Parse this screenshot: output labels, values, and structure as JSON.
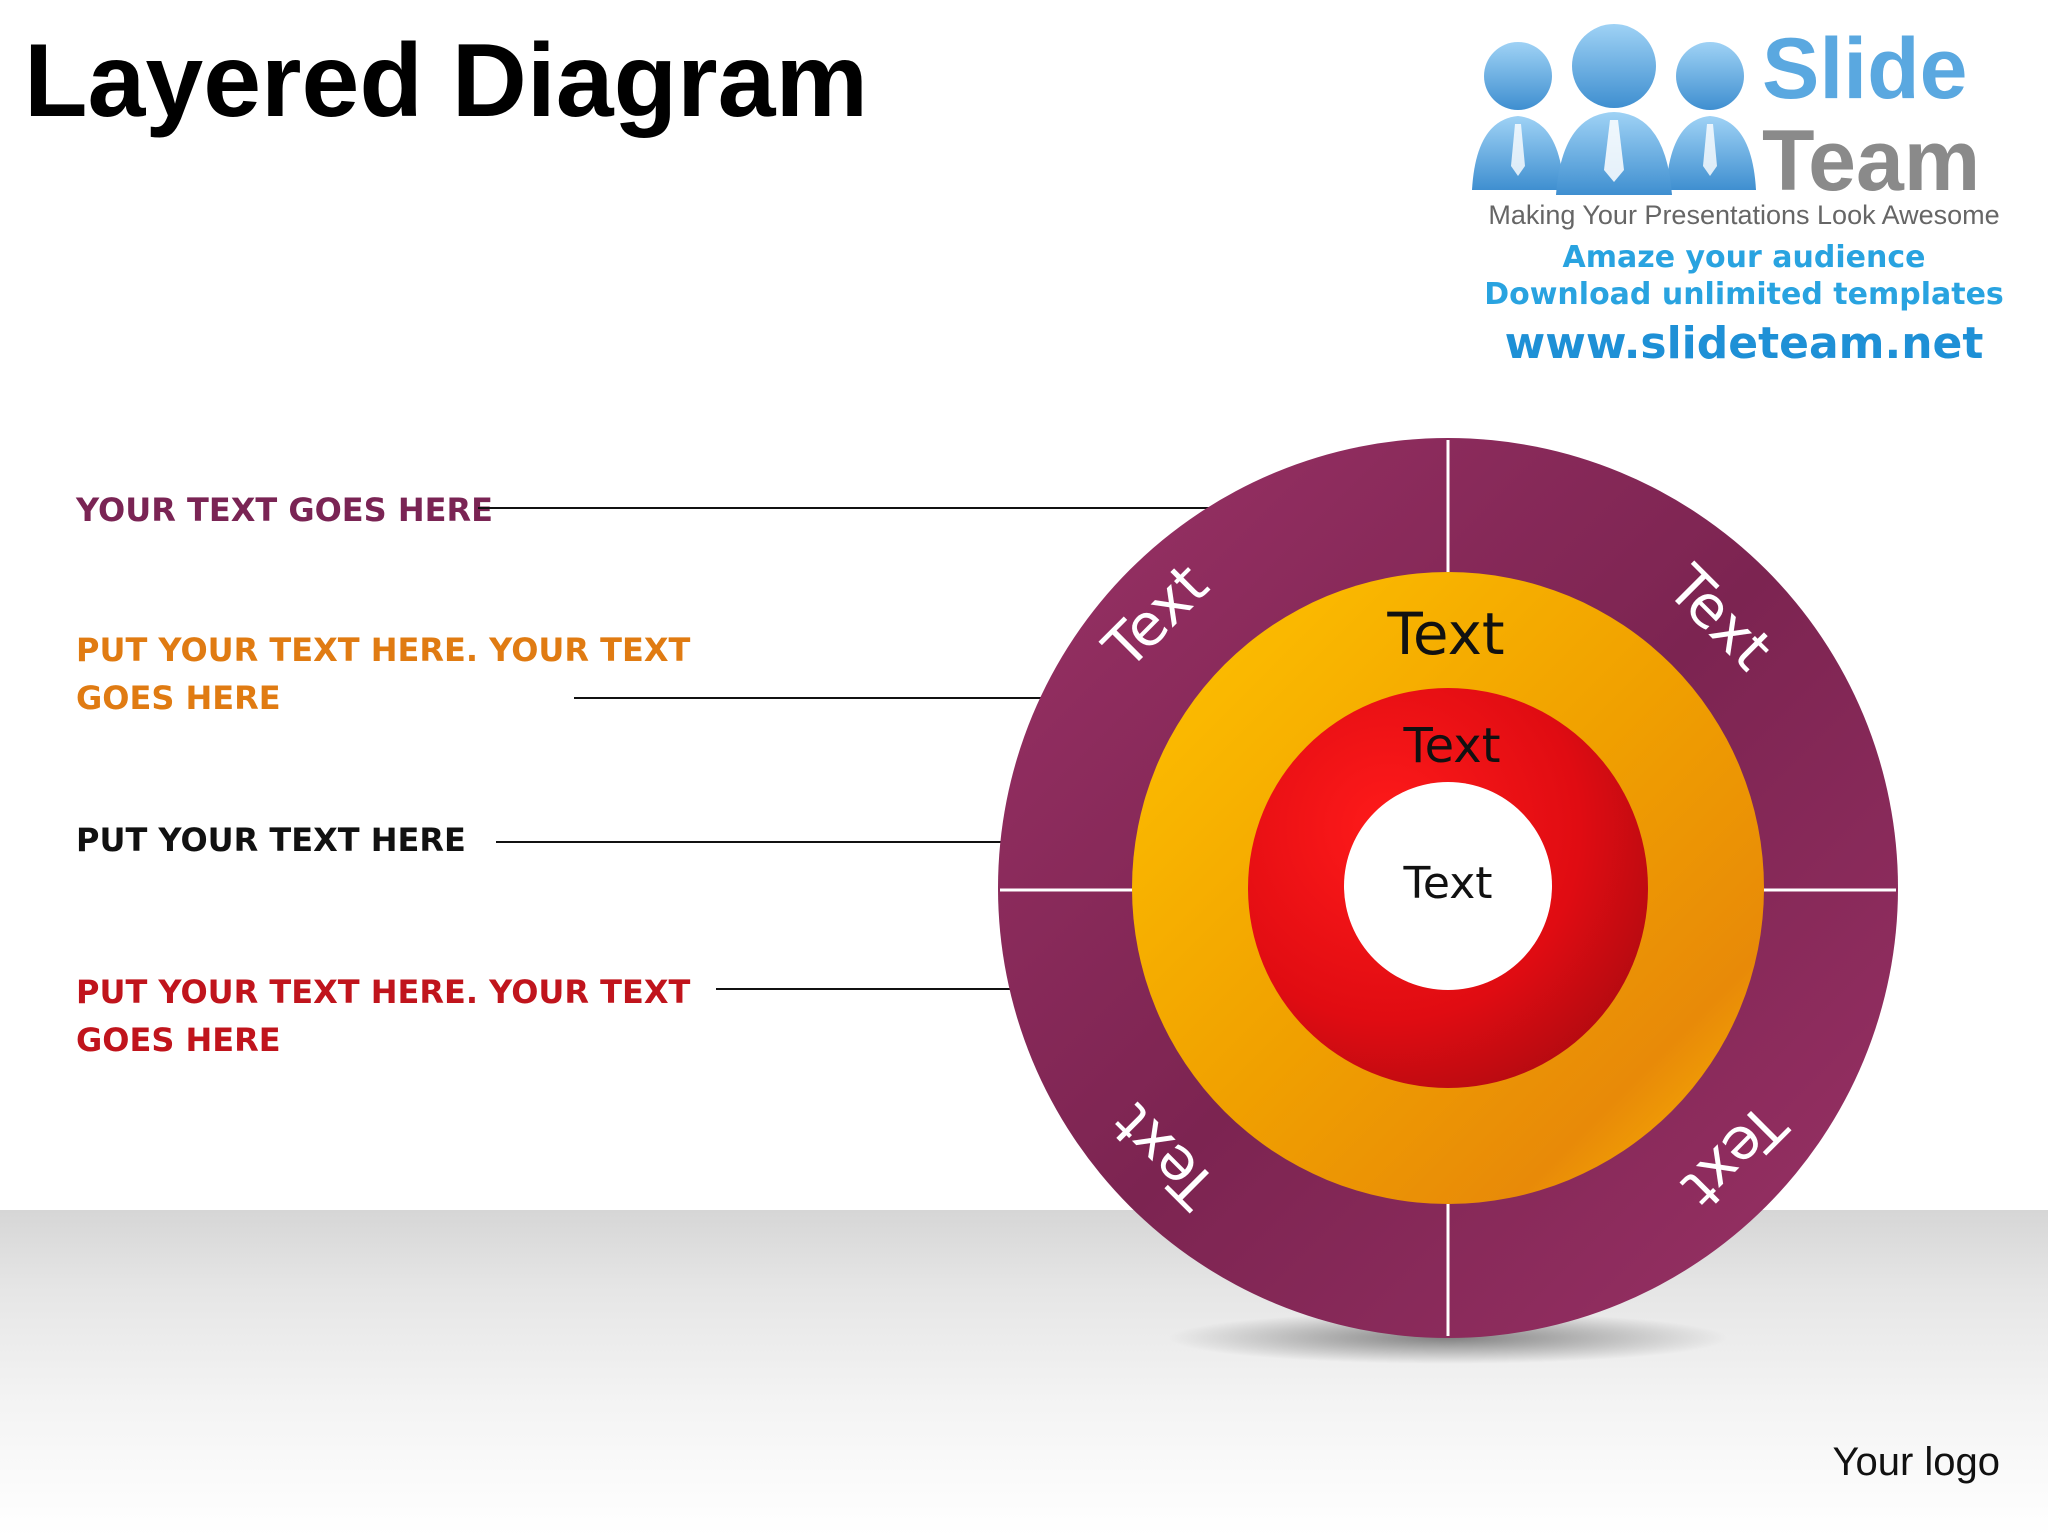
{
  "title": "Layered Diagram",
  "branding": {
    "brand_line1": "Slide",
    "brand_line2": "Team",
    "tagline": "Making Your Presentations Look Awesome",
    "line1": "Amaze your audience",
    "line2": "Download unlimited templates",
    "url": "www.slideteam.net"
  },
  "labels": [
    {
      "text_line1": "YOUR TEXT GOES HERE",
      "text_line2": "",
      "color": "#7a2454"
    },
    {
      "text_line1": "PUT YOUR TEXT HERE. YOUR TEXT",
      "text_line2": "GOES HERE",
      "color": "#e07b12"
    },
    {
      "text_line1": "PUT YOUR TEXT HERE",
      "text_line2": "",
      "color": "#111111"
    },
    {
      "text_line1": "PUT YOUR TEXT HERE. YOUR TEXT",
      "text_line2": "GOES HERE",
      "color": "#c0141c"
    }
  ],
  "diagram": {
    "outer_ring_texts": [
      "Text",
      "Text",
      "Text",
      "Text"
    ],
    "middle_ring_text": "Text",
    "inner_ring_text": "Text",
    "center_text": "Text",
    "colors": {
      "outer": "#8b2a5c",
      "middle": "#f7b500",
      "inner": "#e00c12",
      "center": "#ffffff"
    }
  },
  "footer_logo": "Your logo"
}
